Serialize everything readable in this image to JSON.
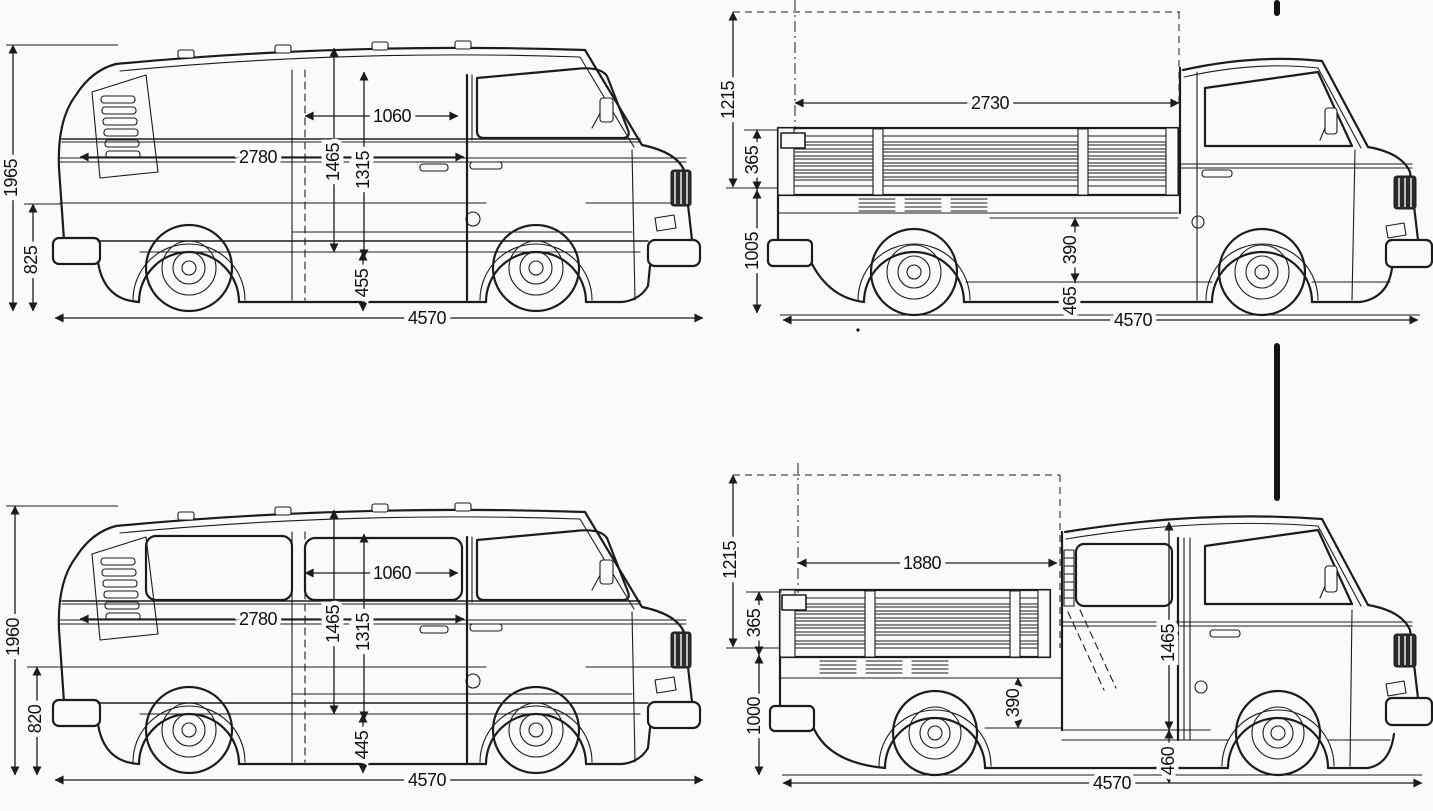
{
  "colors": {
    "ink": "#1c1c1c",
    "paper": "#fafaf8"
  },
  "views": {
    "panel_van": {
      "dims": {
        "overall_height": "1965",
        "rear_height": "825",
        "door_opening_width": "1060",
        "side_length": "2780",
        "interior_height": "1465",
        "door_opening_height": "1315",
        "floor_to_ground": "455",
        "overall_length": "4570"
      }
    },
    "pickup": {
      "dims": {
        "cab_height_above_bed": "1215",
        "bed_length": "2730",
        "dropside_height": "365",
        "bed_floor_height": "1005",
        "side_skirt": "390",
        "frame_to_ground": "465",
        "overall_length": "4570"
      }
    },
    "bus": {
      "dims": {
        "overall_height": "1960",
        "rear_height": "820",
        "door_opening_width": "1060",
        "side_length": "2780",
        "interior_height": "1465",
        "door_opening_height": "1315",
        "floor_to_ground": "445",
        "overall_length": "4570"
      }
    },
    "double_cab": {
      "dims": {
        "cab_height_above_bed": "1215",
        "bed_length": "1880",
        "dropside_height": "365",
        "bed_floor_height": "1000",
        "side_skirt": "390",
        "cab_interior_height": "1465",
        "floor_to_ground": "460",
        "overall_length": "4570"
      }
    }
  }
}
